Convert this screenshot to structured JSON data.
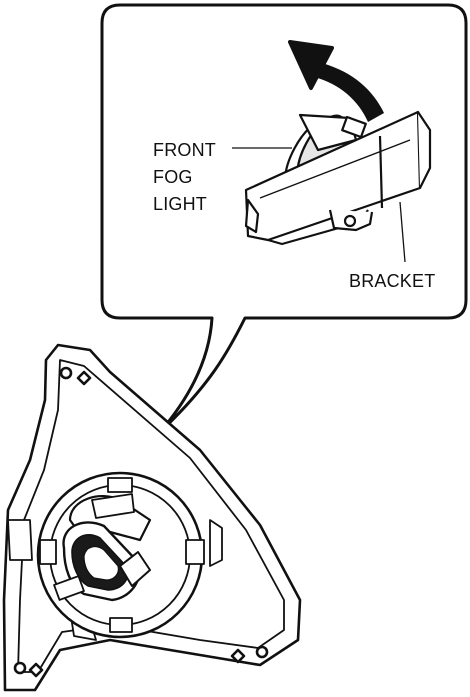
{
  "labels": {
    "fog_line1": "FRONT",
    "fog_line2": "FOG",
    "fog_line3": "LIGHT",
    "bracket": "BRACKET"
  },
  "colors": {
    "ink": "#111111",
    "paper": "#ffffff",
    "shade": "#d9d9d9"
  }
}
